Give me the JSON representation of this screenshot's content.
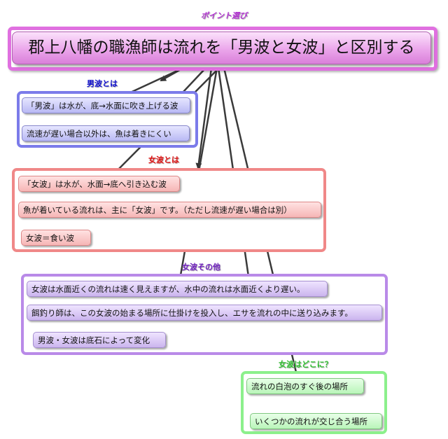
{
  "title": "ポイント選び",
  "main": "郡上八幡の職漁師は流れを「男波と女波」と区別する",
  "colors": {
    "title": "#b030d0",
    "main_border": "#e070e0",
    "blue": "#1010d0",
    "red": "#e01010",
    "purple": "#7020c0",
    "green": "#30c030"
  },
  "groups": [
    {
      "label": "男波とは",
      "items": [
        "「男波」は水が、底→水面に吹き上げる波",
        "流速が遅い場合以外は、魚は着きにくい"
      ]
    },
    {
      "label": "女波とは",
      "items": [
        "「女波」は水が、水面→底へ引き込む波",
        "魚が着いている流れは、主に「女波」です。（ただし流速が遅い場合は別）",
        "女波＝食い波"
      ]
    },
    {
      "label": "女波その他",
      "items": [
        "女波は水面近くの流れは速く見えますが、水中の流れは水面近くより遅い。",
        "餌釣り師は、この女波の始まる場所に仕掛けを投入し、エサを流れの中に送り込みます。",
        "男波・女波は底石によって変化"
      ]
    },
    {
      "label": "女波はどこに？",
      "items": [
        "流れの白泡のすぐ後の場所",
        "いくつかの流れが交じ合う場所"
      ]
    }
  ]
}
